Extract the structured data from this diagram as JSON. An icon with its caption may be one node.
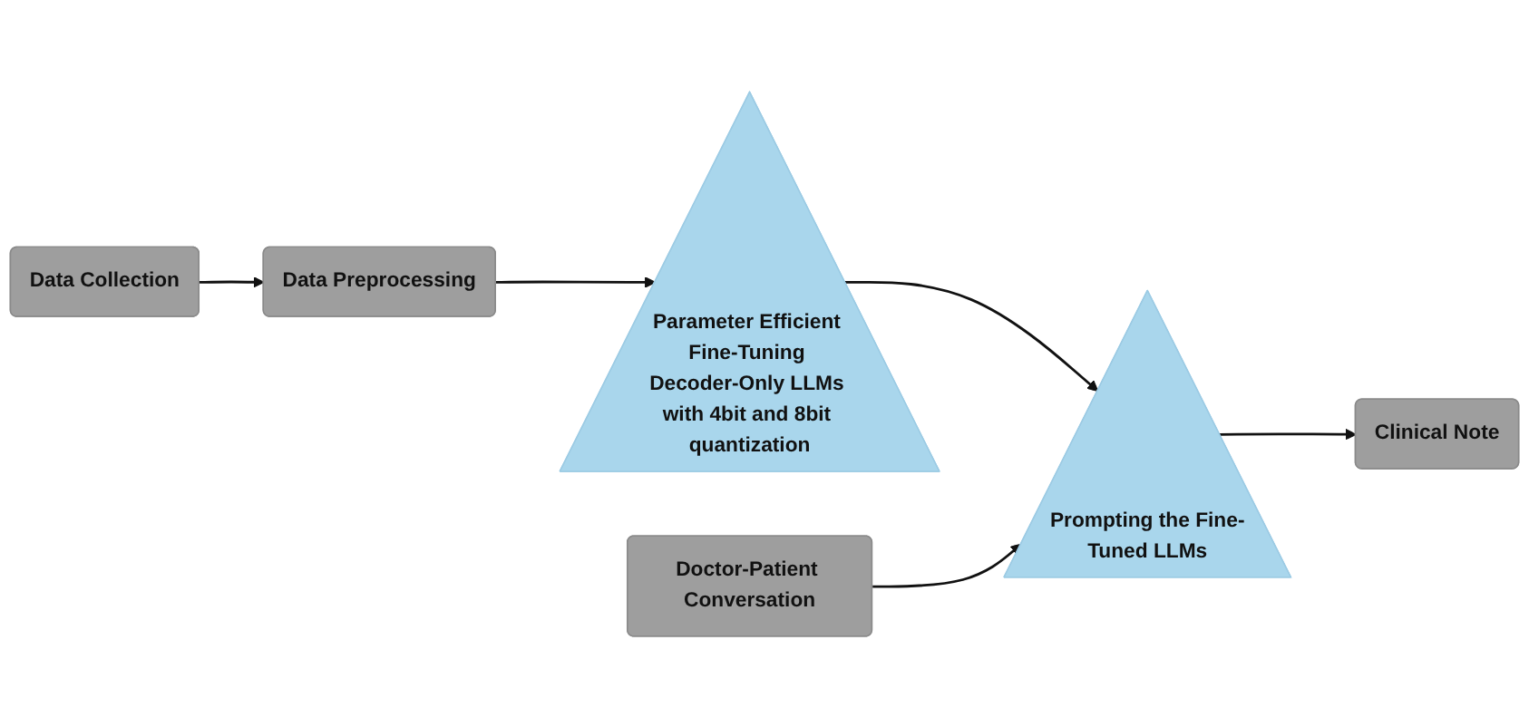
{
  "diagram": {
    "nodes": [
      {
        "text": [
          "Data Collection"
        ]
      },
      {
        "text": [
          "Data Preprocessing"
        ]
      },
      {
        "text": [
          "Parameter Efficient Fine-Tuning Decoder-Only LLMs with 4bit and 8bit quantization"
        ]
      },
      {
        "text": [
          "Clinical Note"
        ]
      },
      {
        "text": [
          "Prompting the Fine-Tuned LLMs"
        ]
      },
      {
        "text": [
          "Doctor-Patient Conversation"
        ]
      }
    ],
    "edges": [
      {
        "from": 0,
        "to": 1,
        "arrow": "to"
      },
      {
        "from": 1,
        "to": 2,
        "arrow": "to"
      },
      {
        "from": 2,
        "to": 4,
        "arrow": "to"
      },
      {
        "from": 5,
        "to": 4,
        "arrow": "to"
      },
      {
        "from": 4,
        "to": 3,
        "arrow": "to"
      }
    ]
  }
}
